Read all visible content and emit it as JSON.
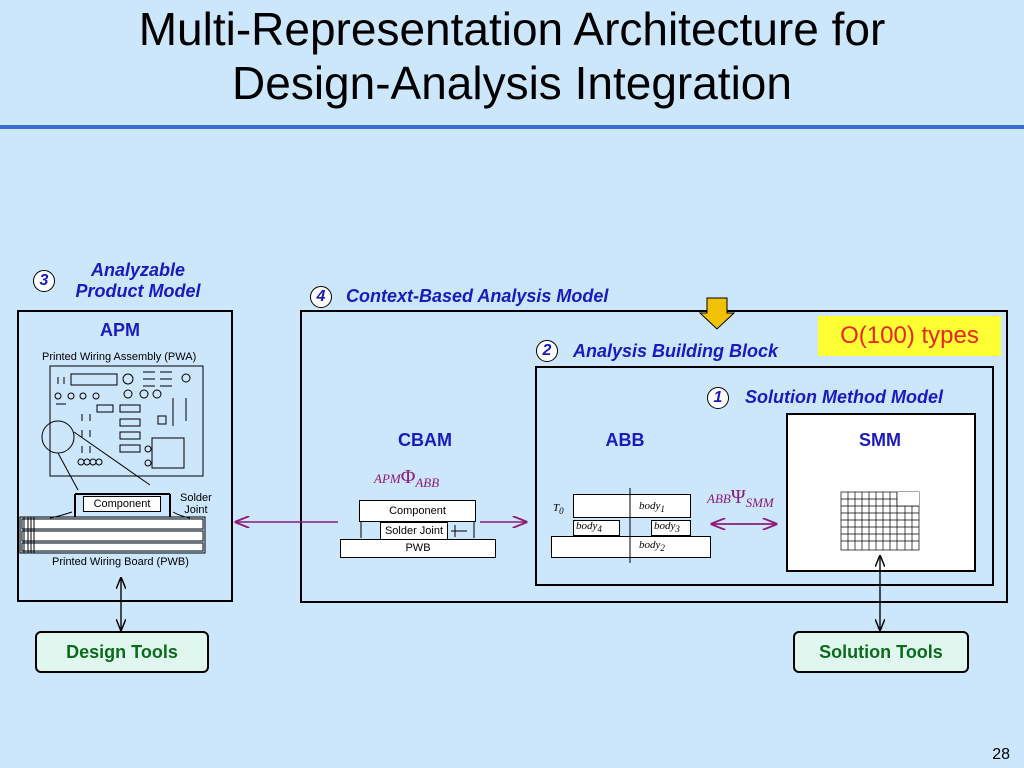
{
  "slide": {
    "title_line1": "Multi-Representation Architecture for",
    "title_line2": "Design-Analysis Integration",
    "page_number": "28"
  },
  "apm": {
    "marker": "3",
    "label_line1": "Analyzable",
    "label_line2": "Product Model",
    "short": "APM",
    "pwa_caption": "Printed Wiring Assembly (PWA)",
    "component": "Component",
    "solder_line1": "Solder",
    "solder_line2": "Joint",
    "pwb_caption": "Printed Wiring Board (PWB)"
  },
  "cbam": {
    "marker": "4",
    "label": "Context-Based Analysis Model",
    "short": "CBAM",
    "phi_pre": "APM",
    "phi_sym": "Φ",
    "phi_sub": "ABB",
    "stack": [
      "Component",
      "Solder Joint",
      "PWB"
    ]
  },
  "abb": {
    "marker": "2",
    "label": "Analysis Building Block",
    "short": "ABB",
    "t0": "T",
    "t0_sub": "0",
    "bodies": [
      {
        "name": "body",
        "sub": "1"
      },
      {
        "name": "body",
        "sub": "4"
      },
      {
        "name": "body",
        "sub": "3"
      },
      {
        "name": "body",
        "sub": "2"
      }
    ],
    "psi_pre": "ABB",
    "psi_sym": "Ψ",
    "psi_sub": "SMM"
  },
  "smm": {
    "marker": "1",
    "label": "Solution Method Model",
    "short": "SMM"
  },
  "callout": {
    "text": "O(100) types"
  },
  "tools": {
    "design": "Design Tools",
    "solution": "Solution Tools"
  },
  "colors": {
    "background": "#cce6fb",
    "label_blue": "#1a1ac0",
    "tool_green": "#0c6b1b",
    "arrow_purple": "#8b1a7a",
    "callout_yellow": "#ffff33",
    "callout_red": "#e8261c",
    "down_arrow": "#f2c200"
  }
}
